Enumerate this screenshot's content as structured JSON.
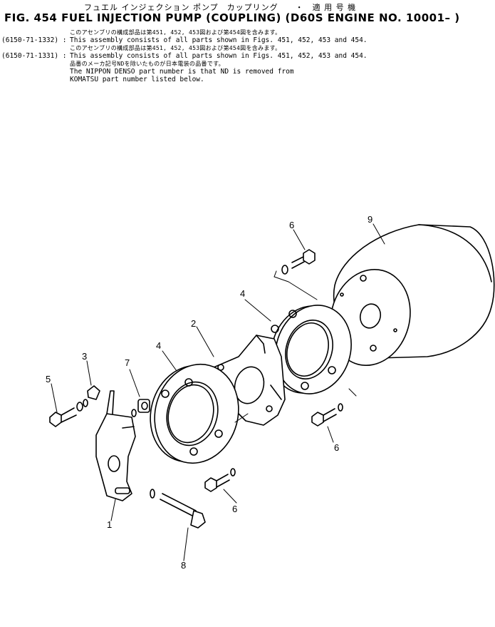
{
  "header": {
    "jp_title": "フュエル インジェクション ポンプ　カップリング　　・　適 用 号 機",
    "title": "FIG. 454  FUEL  INJECTION  PUMP  (COUPLING)  (D60S  ENGINE  NO. 10001– )"
  },
  "notes": [
    {
      "code": "",
      "jp": "このアセンブリの構成部品は第451, 452, 453図および第454図を含みます。",
      "text": ""
    },
    {
      "code": "(6150-71-1332) :",
      "jp": "",
      "text": "This assembly consists of all parts shown in Figs. 451, 452, 453 and 454."
    },
    {
      "code": "",
      "jp": "このアセンブリの構成部品は第451, 452, 453図および第454図を含みます。",
      "text": ""
    },
    {
      "code": "(6150-71-1331) :",
      "jp": "",
      "text": "This assembly consists of all parts shown in Figs. 451, 452, 453 and 454."
    },
    {
      "code": "",
      "jp": "品番のメーカ記号NDを除いたものが日本電装の品番です。",
      "text": ""
    },
    {
      "code": "",
      "jp": "",
      "text": "The NIPPON DENSO part number is that ND is removed from"
    },
    {
      "code": "",
      "jp": "",
      "text": "KOMATSU part number listed below."
    }
  ],
  "callouts": [
    "1",
    "2",
    "3",
    "4",
    "4",
    "5",
    "6",
    "6",
    "6",
    "7",
    "8",
    "9"
  ]
}
